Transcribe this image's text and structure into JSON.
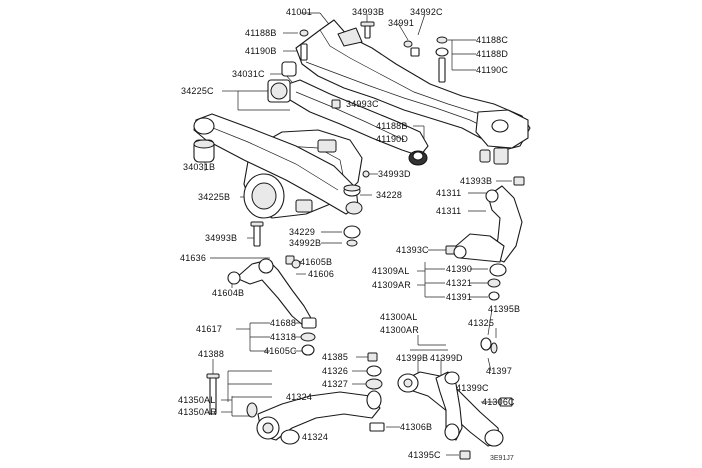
{
  "labels": {
    "41001": "41001",
    "34993B": "34993B",
    "34992C": "34992C",
    "34991": "34991",
    "41188B_top": "41188B",
    "41190B": "41190B",
    "41188C": "41188C",
    "41188D": "41188D",
    "41190C": "41190C",
    "34031C": "34031C",
    "34225C": "34225C",
    "34993C": "34993C",
    "41188B_mid": "41188B",
    "41190D": "41190D",
    "34031B": "34031B",
    "34993D": "34993D",
    "34225B": "34225B",
    "34228": "34228",
    "41393B": "41393B",
    "41311_a": "41311",
    "41311_b": "41311",
    "34229": "34229",
    "34993B_low": "34993B",
    "34992B": "34992B",
    "41393C": "41393C",
    "41636": "41636",
    "41605B": "41605B",
    "41606": "41606",
    "41309AL": "41309AL",
    "41309AR": "41309AR",
    "41390": "41390",
    "41321": "41321",
    "41391": "41391",
    "41604B": "41604B",
    "41395B": "41395B",
    "41300AL": "41300AL",
    "41300AR": "41300AR",
    "41325": "41325",
    "41617": "41617",
    "41688": "41688",
    "41318": "41318",
    "41605C": "41605C",
    "41397": "41397",
    "41388": "41388",
    "41385": "41385",
    "41399B": "41399B",
    "41399D": "41399D",
    "41326": "41326",
    "41327": "41327",
    "41399C": "41399C",
    "41350AL": "41350AL",
    "41350AR": "41350AR",
    "41324_a": "41324",
    "41324_b": "41324",
    "41306C": "41306C",
    "41306B": "41306B",
    "41395C": "41395C"
  },
  "reference_code": "3E91J7"
}
